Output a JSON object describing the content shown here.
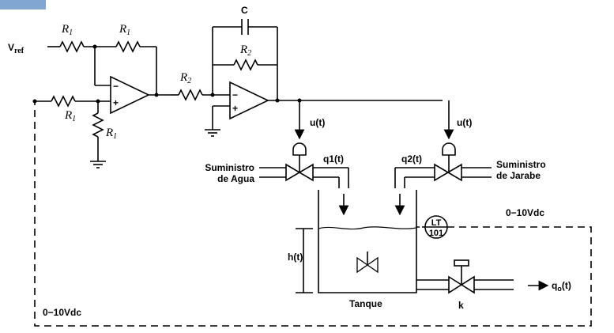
{
  "colors": {
    "ink": "#000000",
    "accent_tab": "#7fa7d1",
    "background": "#ffffff"
  },
  "labels": {
    "vref": "V",
    "vref_sub": "ref",
    "r1_sym": "R",
    "r1_sub": "1",
    "r2_sym": "R",
    "r2_sub": "2",
    "cap": "C",
    "u1": "u(t)",
    "u2": "u(t)",
    "q1": "q1(t)",
    "q2": "q2(t)",
    "supply_water_1": "Suministro",
    "supply_water_2": "de Agua",
    "supply_syrup_1": "Suministro",
    "supply_syrup_2": "de Jarabe",
    "lt_top": "LT",
    "lt_bottom": "101",
    "signal_right": "0−10Vdc",
    "signal_left": "0−10Vdc",
    "level": "h(t)",
    "tank": "Tanque",
    "valve_k": "k",
    "qo": "q",
    "qo_sub": "o",
    "qo_t": "(t)",
    "plus": "+",
    "minus": "−"
  }
}
